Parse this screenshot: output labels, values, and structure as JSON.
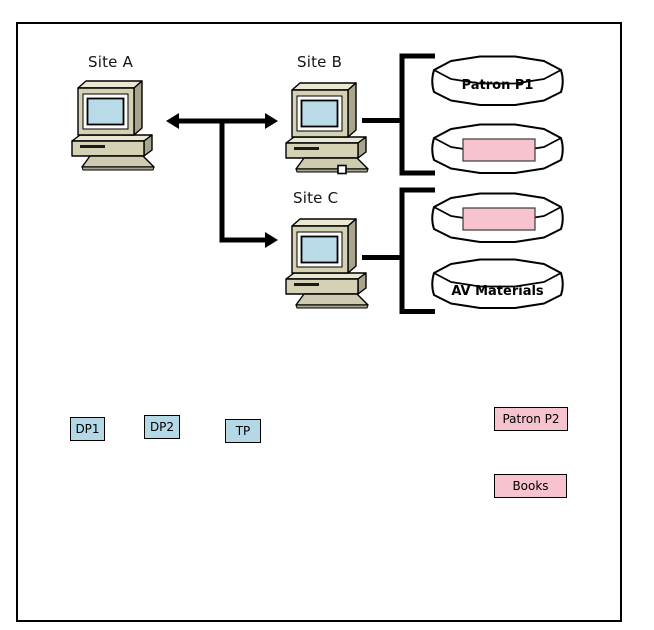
{
  "sites": {
    "a": "Site A",
    "b": "Site B",
    "c": "Site C"
  },
  "databases": {
    "patron_p1": "Patron P1",
    "av_materials": "AV Materials"
  },
  "legend": {
    "dp1": "DP1",
    "dp2": "DP2",
    "tp": "TP",
    "patron_p2": "Patron P2",
    "books": "Books"
  },
  "colors": {
    "pink": "#f7c3cf",
    "blue": "#b5d8e7",
    "screen": "#b9dbe8",
    "beige_front": "#d5d1b5",
    "beige_light": "#eae7d2",
    "beige_dark": "#a9a58c",
    "keyboard": "#cfcbb0",
    "outline": "#000000"
  }
}
